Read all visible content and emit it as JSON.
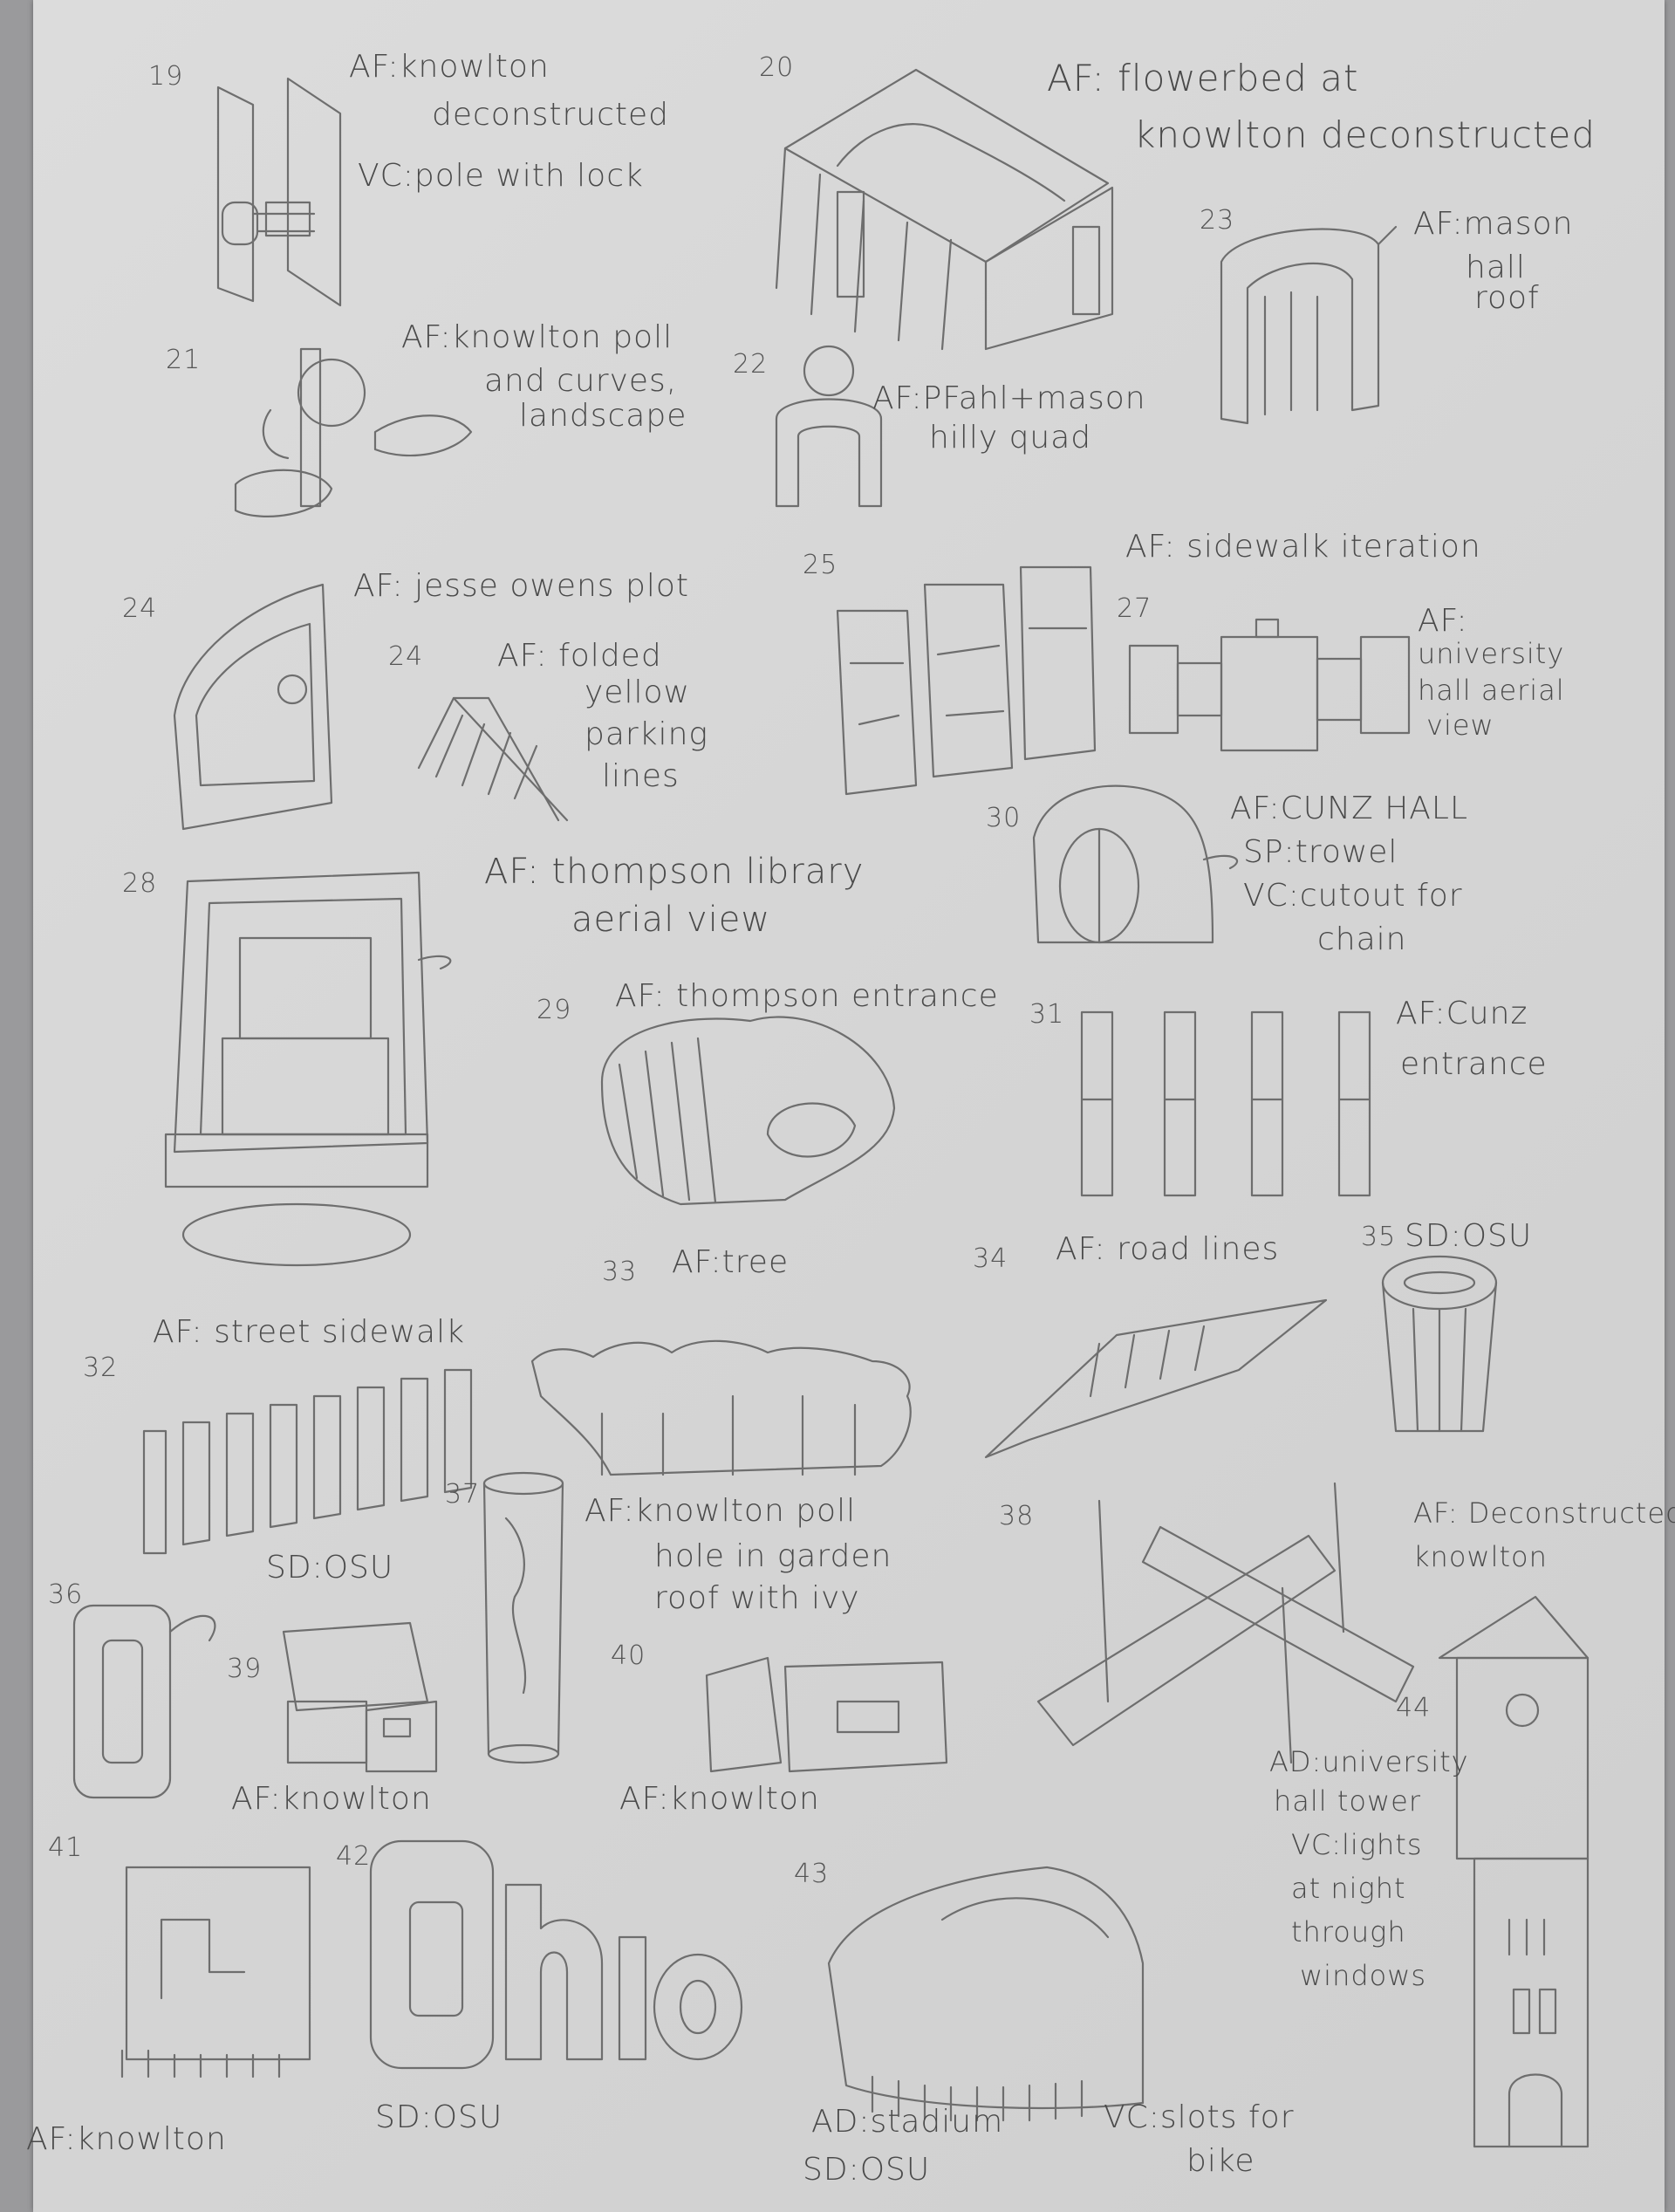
{
  "page": {
    "sketch_numbers": [
      "19",
      "20",
      "21",
      "22",
      "23",
      "24",
      "24",
      "25",
      "27",
      "28",
      "29",
      "30",
      "31",
      "32",
      "33",
      "34",
      "35",
      "36",
      "37",
      "38",
      "39",
      "40",
      "41",
      "42",
      "43",
      "44"
    ],
    "captions": [
      "AF:knowlton",
      "deconstructed",
      "VC:pole with lock",
      "AF: flowerbed at",
      "knowlton deconstructed",
      "AF:mason",
      "hall",
      "roof",
      "AF:knowlton poll",
      "and curves,",
      "landscape",
      "AF:PFahl+mason",
      "hilly quad",
      "AF: sidewalk iteration",
      "AF:",
      "university",
      "hall aerial",
      "view",
      "AF: jesse owens plot",
      "AF: folded",
      "yellow",
      "parking",
      "lines",
      "AF:CUNZ HALL",
      "SP:trowel",
      "VC:cutout for",
      "chain",
      "AF: thompson library",
      "aerial view",
      "AF: thompson entrance",
      "AF:Cunz",
      "entrance",
      "AF: street sidewalk",
      "AF:tree",
      "AF: road lines",
      "SD:OSU",
      "AF:knowlton poll",
      "hole in garden",
      "roof with ivy",
      "SD:OSU",
      "AF: Deconstructed",
      "knowlton",
      "AF:knowlton",
      "AF:knowlton",
      "AD:university",
      "hall tower",
      "VC:lights",
      "at night",
      "through",
      "windows",
      "AF:knowlton",
      "SD:OSU",
      "AD:stadium",
      "VC:slots for",
      "bike",
      "SD:OSU"
    ]
  }
}
